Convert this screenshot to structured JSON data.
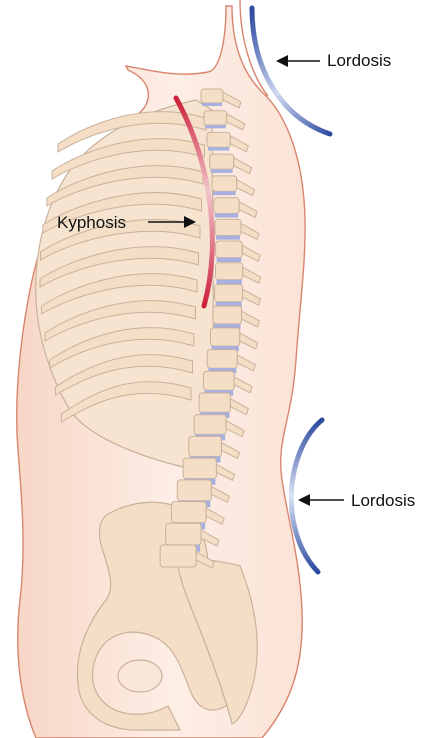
{
  "labels": {
    "lordosis_top": "Lordosis",
    "kyphosis": "Kyphosis",
    "lordosis_bottom": "Lordosis"
  },
  "colors": {
    "skin_fill": "#fbe6da",
    "skin_outline": "#d9856e",
    "bone_fill": "#f4dec6",
    "bone_outline": "#c9b19a",
    "disc_fill": "#a8b0e0",
    "kyphosis_arc": "#cc2b3e",
    "lordosis_arc": "#2e4fa0",
    "arrow": "#111111"
  }
}
